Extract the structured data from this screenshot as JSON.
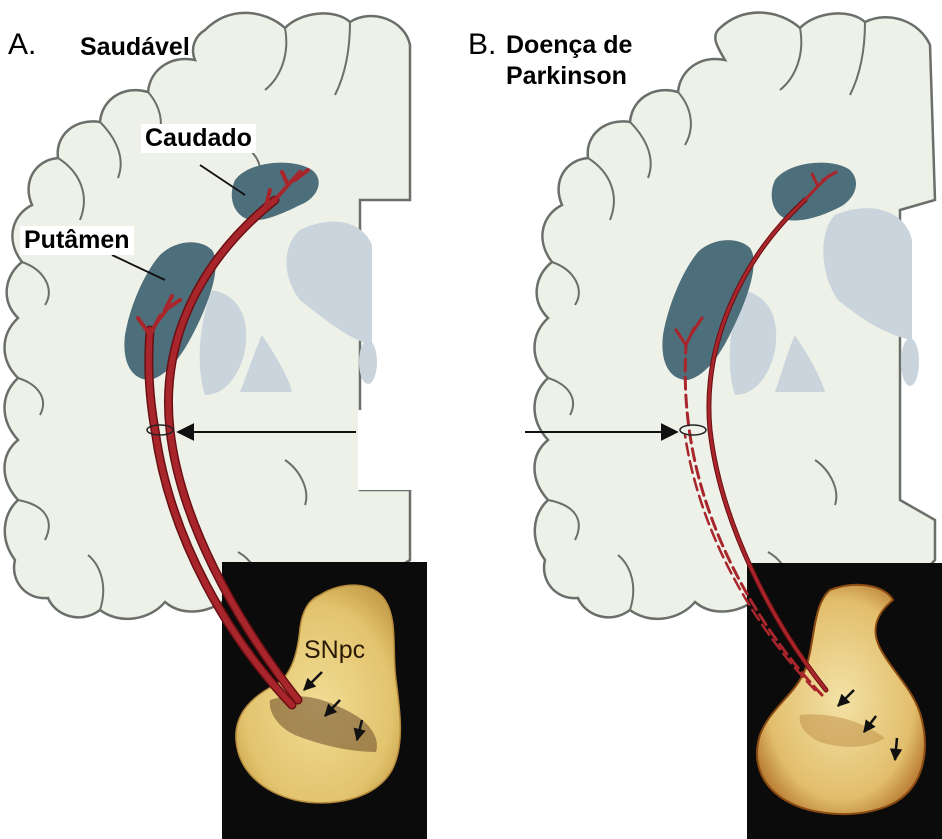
{
  "colors": {
    "brain_fill": "#eef1e8",
    "brain_outline": "#6b6f6a",
    "striatum": "#4d6e7b",
    "deep_nuclei": "#c9d4dc",
    "pathway": "#a8262b",
    "pathway_outline": "#6a0f12",
    "photo_background": "#0b0b0b",
    "midbrain_tissue": "#e8cf7e"
  },
  "panels": [
    {
      "letter": "A.",
      "title": "Saudável"
    },
    {
      "letter": "B.",
      "title": "Doença de\nParkinson"
    }
  ],
  "labels": {
    "caudate": "Caudado",
    "putamen": "Putâmen",
    "snpc": "SNpc"
  },
  "icons": [
    "pointer-arrow",
    "photo-arrow"
  ]
}
